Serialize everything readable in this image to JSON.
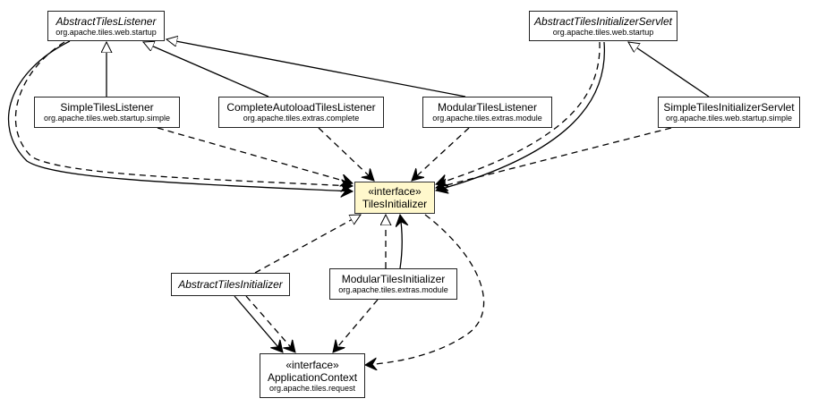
{
  "diagram": {
    "type": "UML class diagram",
    "highlight_color": "#fff8cc",
    "nodes": {
      "abstract_tiles_listener": {
        "name": "AbstractTilesListener",
        "package": "org.apache.tiles.web.startup",
        "abstract": true
      },
      "abstract_tiles_initializer_servlet": {
        "name": "AbstractTilesInitializerServlet",
        "package": "org.apache.tiles.web.startup",
        "abstract": true
      },
      "simple_tiles_listener": {
        "name": "SimpleTilesListener",
        "package": "org.apache.tiles.web.startup.simple"
      },
      "complete_autoload_tiles_listener": {
        "name": "CompleteAutoloadTilesListener",
        "package": "org.apache.tiles.extras.complete"
      },
      "modular_tiles_listener": {
        "name": "ModularTilesListener",
        "package": "org.apache.tiles.extras.module"
      },
      "simple_tiles_initializer_servlet": {
        "name": "SimpleTilesInitializerServlet",
        "package": "org.apache.tiles.web.startup.simple"
      },
      "tiles_initializer": {
        "stereotype": "«interface»",
        "name": "TilesInitializer",
        "highlighted": true
      },
      "abstract_tiles_initializer": {
        "name": "AbstractTilesInitializer",
        "abstract": true
      },
      "modular_tiles_initializer": {
        "name": "ModularTilesInitializer",
        "package": "org.apache.tiles.extras.module"
      },
      "application_context": {
        "stereotype": "«interface»",
        "name": "ApplicationContext",
        "package": "org.apache.tiles.request"
      }
    },
    "edges": [
      {
        "from": "SimpleTilesListener",
        "to": "AbstractTilesListener",
        "kind": "generalization"
      },
      {
        "from": "CompleteAutoloadTilesListener",
        "to": "AbstractTilesListener",
        "kind": "generalization"
      },
      {
        "from": "ModularTilesListener",
        "to": "AbstractTilesListener",
        "kind": "generalization"
      },
      {
        "from": "SimpleTilesInitializerServlet",
        "to": "AbstractTilesInitializerServlet",
        "kind": "generalization"
      },
      {
        "from": "AbstractTilesListener",
        "to": "TilesInitializer",
        "kind": "association"
      },
      {
        "from": "AbstractTilesListener",
        "to": "TilesInitializer",
        "kind": "dependency"
      },
      {
        "from": "SimpleTilesListener",
        "to": "TilesInitializer",
        "kind": "dependency"
      },
      {
        "from": "CompleteAutoloadTilesListener",
        "to": "TilesInitializer",
        "kind": "dependency"
      },
      {
        "from": "ModularTilesListener",
        "to": "TilesInitializer",
        "kind": "dependency"
      },
      {
        "from": "AbstractTilesInitializerServlet",
        "to": "TilesInitializer",
        "kind": "association"
      },
      {
        "from": "AbstractTilesInitializerServlet",
        "to": "TilesInitializer",
        "kind": "dependency"
      },
      {
        "from": "SimpleTilesInitializerServlet",
        "to": "TilesInitializer",
        "kind": "dependency"
      },
      {
        "from": "AbstractTilesInitializer",
        "to": "TilesInitializer",
        "kind": "realization"
      },
      {
        "from": "ModularTilesInitializer",
        "to": "TilesInitializer",
        "kind": "realization"
      },
      {
        "from": "ModularTilesInitializer",
        "to": "TilesInitializer",
        "kind": "association"
      },
      {
        "from": "AbstractTilesInitializer",
        "to": "ApplicationContext",
        "kind": "association"
      },
      {
        "from": "AbstractTilesInitializer",
        "to": "ApplicationContext",
        "kind": "dependency"
      },
      {
        "from": "ModularTilesInitializer",
        "to": "ApplicationContext",
        "kind": "dependency"
      },
      {
        "from": "TilesInitializer",
        "to": "ApplicationContext",
        "kind": "dependency"
      }
    ]
  }
}
